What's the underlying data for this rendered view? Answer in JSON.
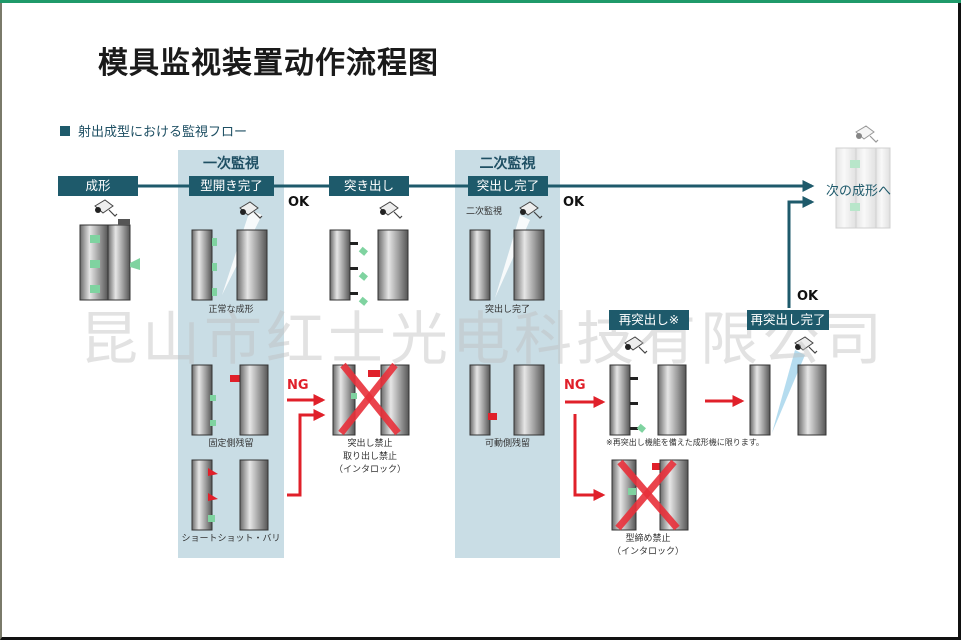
{
  "title": "模具监视装置动作流程图",
  "subtitle": "射出成型における監視フロー",
  "stages": {
    "primary": "一次監視",
    "secondary": "二次監視"
  },
  "steps": {
    "molding": "成形",
    "mold_open": "型開き完了",
    "eject": "突き出し",
    "eject_done": "突出し完了",
    "re_eject": "再突出し※",
    "re_eject_done": "再突出し完了",
    "next": "次の成形へ"
  },
  "flags": {
    "ok": "OK",
    "ng": "NG"
  },
  "captions": {
    "normal": "正常な成形",
    "fixed_residue": "固定側残留",
    "short_shot": "ショートショット・バリ",
    "eject_prohibit": [
      "突出し禁止",
      "取り出し禁止",
      "（インタロック）"
    ],
    "secondary_monitor": "二次監視",
    "eject_complete": "突出し完了",
    "movable_residue": "可動側残留",
    "re_eject_note": "※再突出し機能を備えた成形機に限ります。",
    "clamp_prohibit": [
      "型締め禁止",
      "（インタロック）"
    ]
  },
  "watermark": "昆山市红士光电科技有限公司",
  "colors": {
    "flow": "#1e5a6b",
    "band": "#c9dde5",
    "ng": "#e0202a",
    "part": "#7fd3a0",
    "accent_bar": "#1f9a6a"
  }
}
